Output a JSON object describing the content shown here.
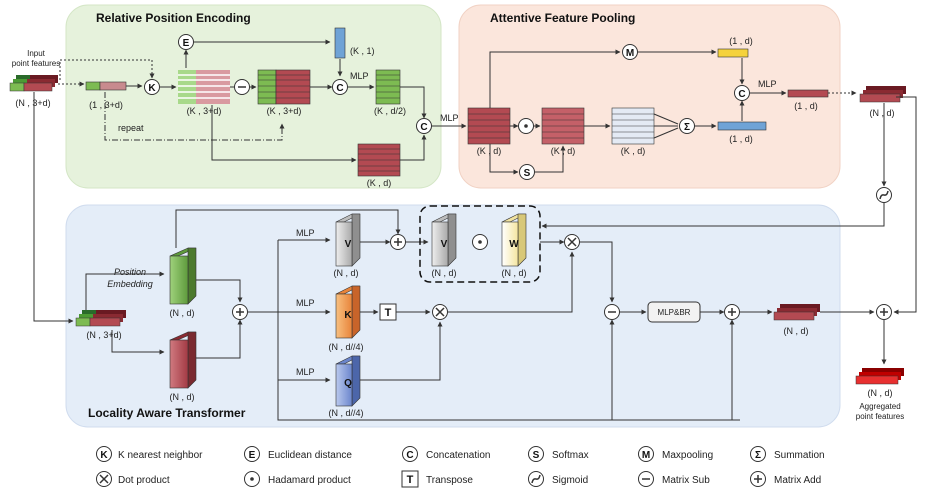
{
  "panels": {
    "rpe_title": "Relative Position Encoding",
    "afp_title": "Attentive Feature Pooling",
    "lat_title": "Locality Aware Transformer"
  },
  "inputs": {
    "input_label_1": "Input",
    "input_label_2": "point features",
    "input_dim": "(N , 3+d)",
    "lat_input_dim": "(N , 3+d)"
  },
  "rpe": {
    "dim_1_3d": "(1 , 3+d)",
    "dim_k1": "(K , 1)",
    "dim_k3d_a": "(K , 3+d)",
    "dim_k3d_b": "(K , 3+d)",
    "dim_kd2": "(K , d/2)",
    "dim_kd": "(K , d)",
    "mlp": "MLP",
    "repeat": "repeat",
    "mlp_out": "MLP"
  },
  "afp": {
    "dim_kd_a": "(K , d)",
    "dim_kd_b": "(K , d)",
    "dim_kd_c": "(K , d)",
    "dim_1d_top": "(1 , d)",
    "dim_1d_bottom": "(1 , d)",
    "dim_1d_out": "(1 , d)",
    "mlp": "MLP",
    "dim_nd_out": "(N , d)"
  },
  "lat": {
    "pos_emb_1": "Position",
    "pos_emb_2": "Embedding",
    "dim_nd_pos": "(N , d)",
    "dim_nd_feat": "(N , d)",
    "mlp_v": "MLP",
    "mlp_k": "MLP",
    "mlp_q": "MLP",
    "v_label": "V",
    "k_label": "K",
    "q_label": "Q",
    "dim_v": "(N , d)",
    "dim_k": "(N , d//4)",
    "dim_q": "(N , d//4)",
    "v2_label": "V",
    "w_label": "W",
    "dim_v2": "(N , d)",
    "dim_w": "(N , d)",
    "t_label": "T",
    "mlpbr": "MLP&BR",
    "dim_nd_lat": "(N , d)",
    "out_dim": "(N , d)",
    "out_label_1": "Aggregated",
    "out_label_2": "point features"
  },
  "legend": [
    {
      "symbol": "K",
      "label": "K nearest neighbor"
    },
    {
      "symbol": "E",
      "label": "Euclidean distance"
    },
    {
      "symbol": "C",
      "label": "Concatenation"
    },
    {
      "symbol": "S",
      "label": "Softmax"
    },
    {
      "symbol": "M",
      "label": "Maxpooling"
    },
    {
      "symbol": "Σ",
      "label": "Summation"
    },
    {
      "symbol": "×",
      "label": "Dot product"
    },
    {
      "symbol": "·",
      "label": "Hadamard product"
    },
    {
      "symbol": "T",
      "label": "Transpose"
    },
    {
      "symbol": "s",
      "label": "Sigmoid"
    },
    {
      "symbol": "−",
      "label": "Matrix Sub"
    },
    {
      "symbol": "+",
      "label": "Matrix Add"
    }
  ],
  "colors": {
    "rpe_bg": "#e6f2dc",
    "afp_bg": "#fbe6dc",
    "lat_bg": "#e4edf8",
    "green": "#7dbb52",
    "red": "#b34a52",
    "blue_cell": "#6fa3d6",
    "yellow": "#f5d23c"
  }
}
